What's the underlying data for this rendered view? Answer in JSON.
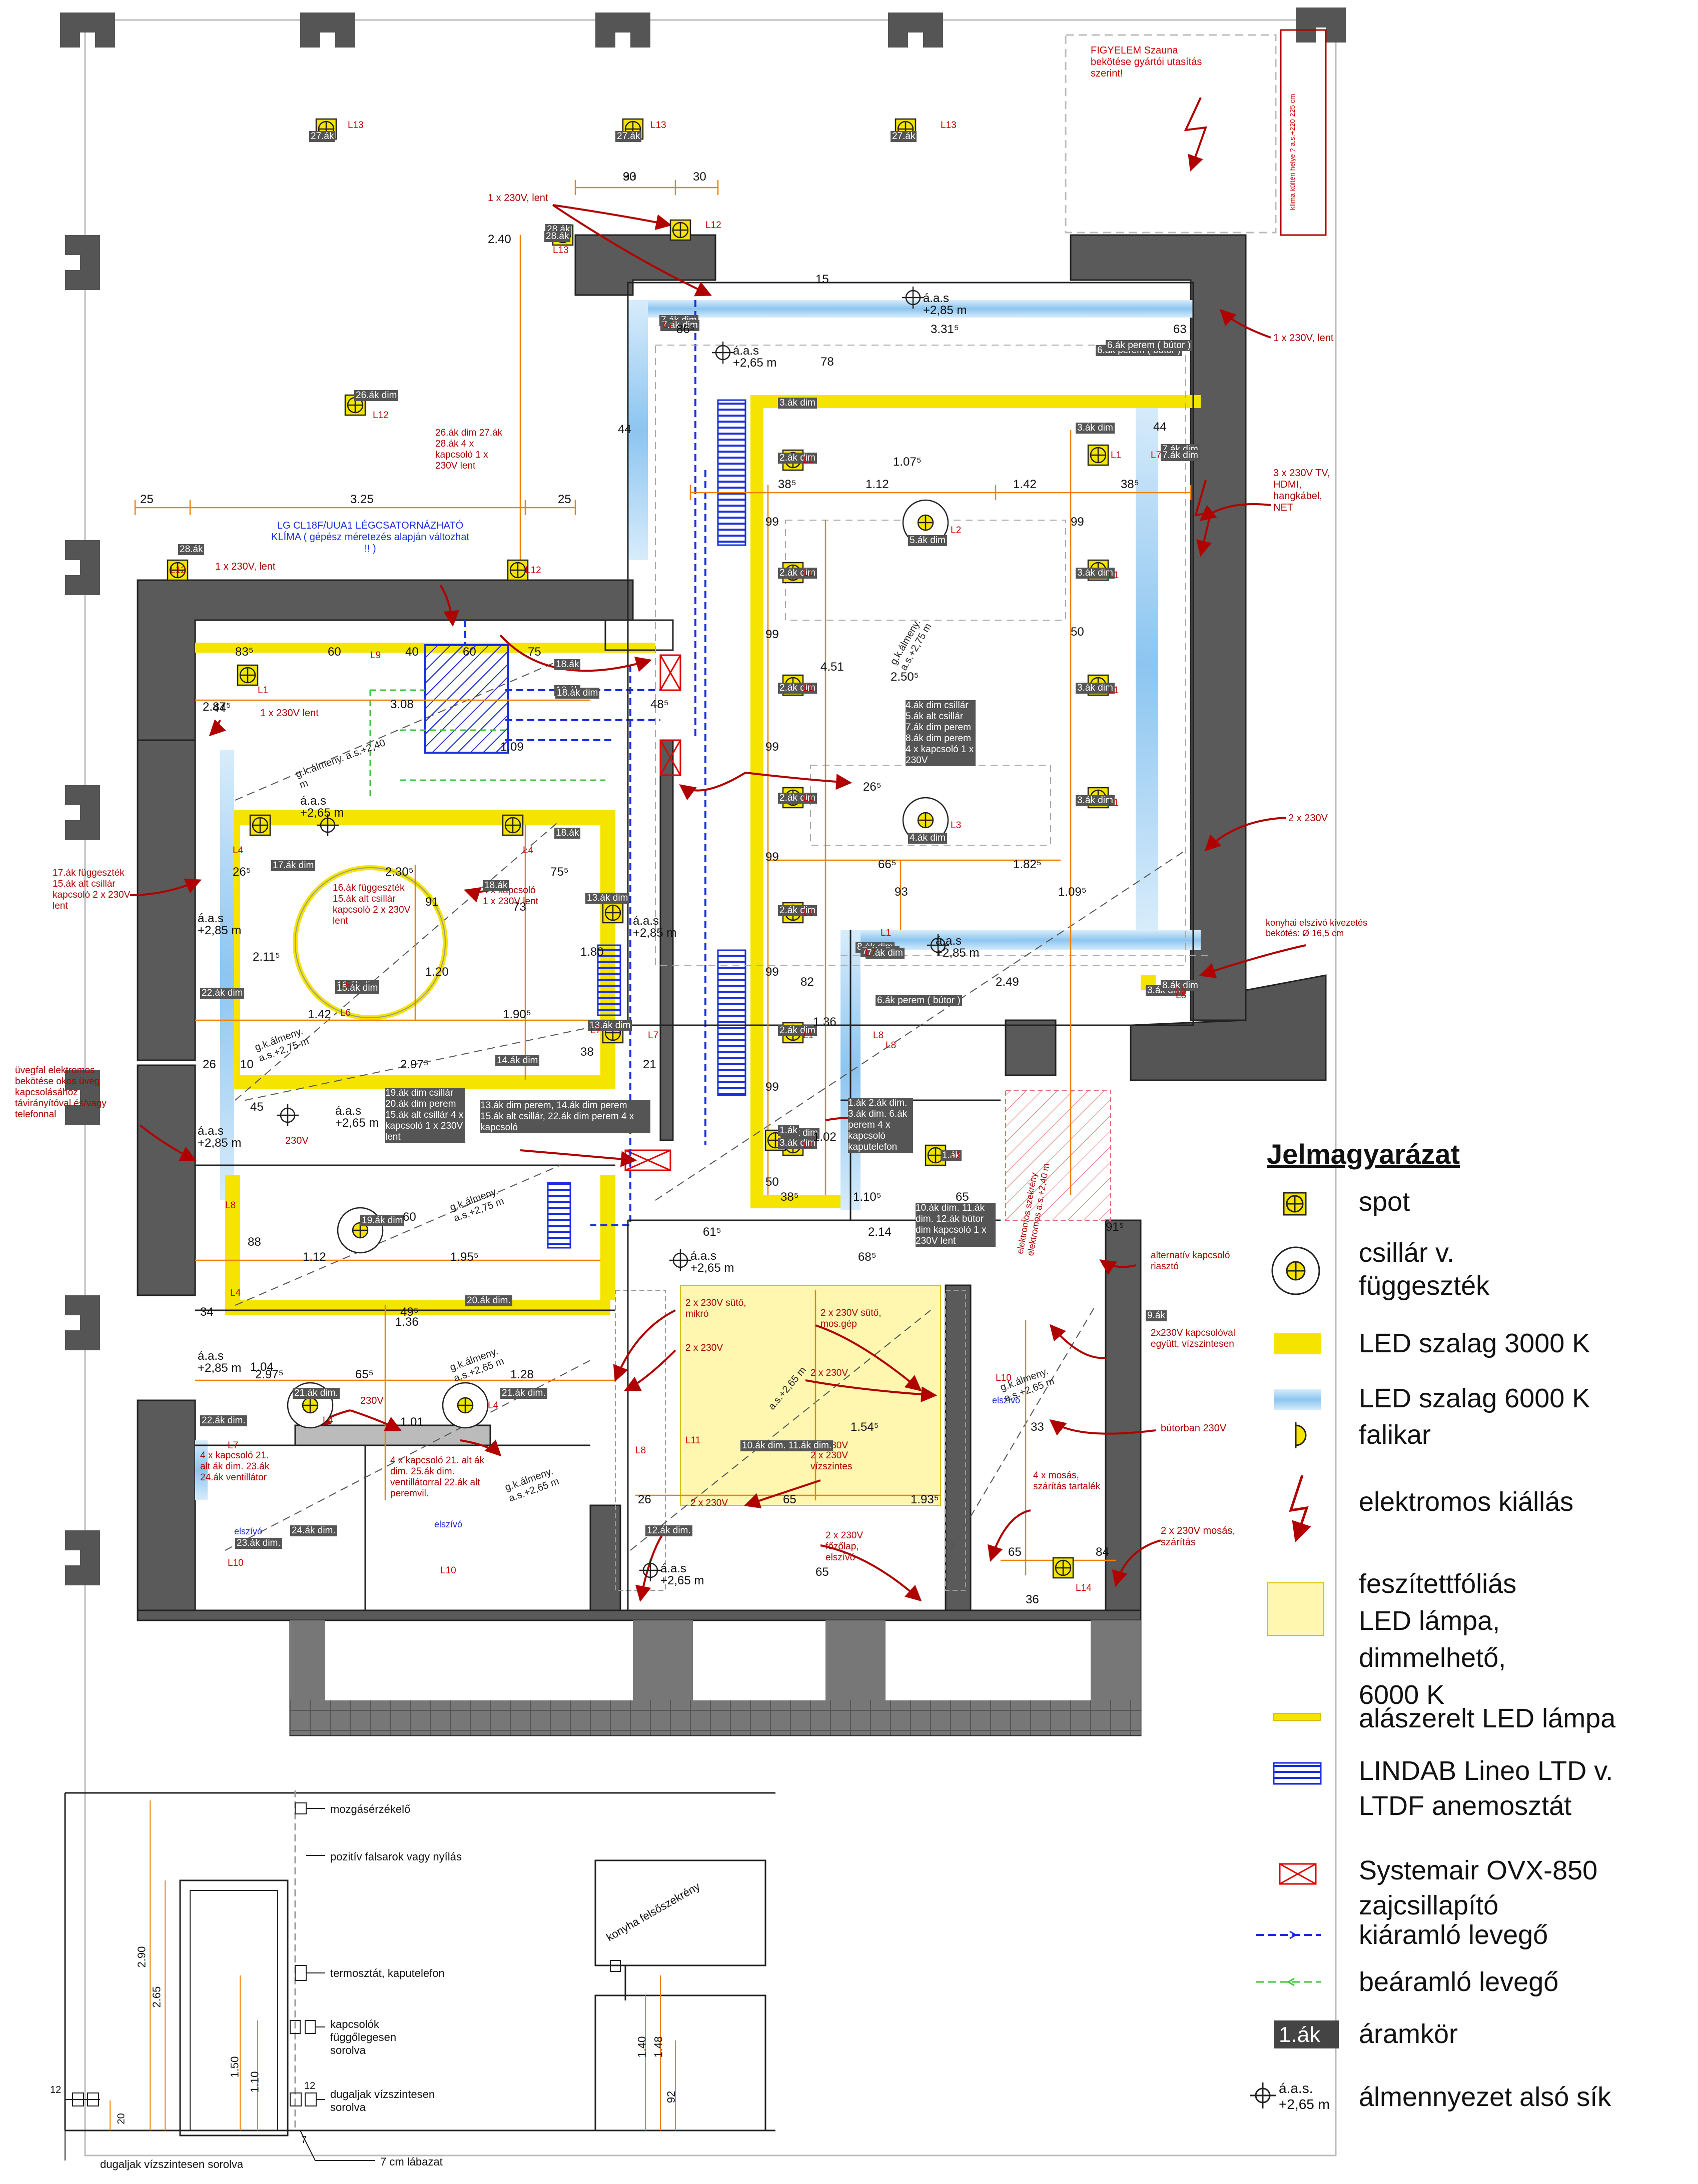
{
  "legend": {
    "title": "Jelmagyarázat",
    "items": [
      {
        "symbol": "spot",
        "label": "spot"
      },
      {
        "symbol": "chandelier",
        "label": "csillár v. függeszték"
      },
      {
        "symbol": "led-3000",
        "label": "LED szalag 3000 K"
      },
      {
        "symbol": "led-6000",
        "label": "LED szalag 6000 K"
      },
      {
        "symbol": "wall-lamp",
        "label": "falikar"
      },
      {
        "symbol": "outlet",
        "label": "elektromos kiállás"
      },
      {
        "symbol": "foil-lamp",
        "label": "feszítettfóliás LED lámpa, dimmelhető, 6000 K"
      },
      {
        "symbol": "undercab",
        "label": "alászerelt LED lámpa"
      },
      {
        "symbol": "anemostat",
        "label": "LINDAB Lineo LTD v. LTDF anemosztát"
      },
      {
        "symbol": "silencer",
        "label": "Systemair OVX-850 zajcsillapító"
      },
      {
        "symbol": "exhaust",
        "label": "kiáramló levegő"
      },
      {
        "symbol": "supply",
        "label": "beáramló levegő"
      },
      {
        "symbol": "circuit",
        "label": "áramkör",
        "badge": "1.ák"
      },
      {
        "symbol": "ceiling",
        "label": "álmennyezet alsó sík",
        "badge": "á.a.s. +2,65 m"
      }
    ]
  },
  "colors": {
    "wall": "#5a5a5a",
    "led_warm": "#f5e400",
    "led_cool": "#a8d4f5",
    "dimension": "#f08000",
    "electric": "#b00000",
    "exhaust": "#1a2ee0",
    "supply": "#3cc43c",
    "foil": "#fff6b0"
  },
  "notes": {
    "sauna": "FIGYELEM Szauna bekötése gyártói utasítás szerint!",
    "klima": "LG CL18F/UUA1 LÉGCSATORNÁZHATÓ KLÍMA ( gépész méretezés alapján változhat !! )",
    "hood": "konyhai elszívó kivezetés bekötés: Ø 16,5 cm",
    "glass": "üvegfal elektromos bekötése okos üveg kapcsolásához távirányítóval és/vagy telefonnal",
    "p1": "1 x 230V, lent",
    "p2": "1 x 230V, lent",
    "p3": "3 x 230V TV, HDMI, hangkábel, NET",
    "p4": "2 x 230V",
    "p5": "1 x 230V, lent",
    "p6": "1 x 230V lent",
    "p7": "230V",
    "p8": "230V",
    "p9": "bútorban 230V",
    "p10": "2 x 230V mosás, szárítás",
    "p11": "4 x mosás, szárítás tartalék",
    "p12": "alternatív kapcsoló riasztó",
    "p13": "2x230V kapcsolóval együtt, vízszintesen",
    "k1": "2 x 230V sütő, mikró",
    "k2": "2 x 230V sütő, mos.gép",
    "k3": "2 x 230V",
    "k4": "2 x 230V",
    "k5": "2 x 230V",
    "k6": "2 x 230V vízszintes",
    "k7": "2 x 230V",
    "k8": "2 x 230V főzőlap, elszívó",
    "sw1": "26.ák dim 27.ák 28.ák 4 x kapcsoló 1 x 230V lent",
    "sw2": "4.ák dim csillár 5.ák alt csillár 7.ák dim perem 8.ák dim perem 4 x kapcsoló 1 x 230V",
    "sw3": "16.ák függeszték 15.ák alt csillár kapcsoló 2 x 230V lent",
    "sw4": "17.ák függeszték 15.ák alt csillár kapcsoló 2 x 230V lent",
    "sw5": "19.ák dim csillár 20.ák dim perem 15.ák alt csillár 4 x kapcsoló 1 x 230V lent",
    "sw6": "13.ák dim perem, 14.ák dim perem 15.ák alt csillár, 22.ák dim perem 4 x kapcsoló",
    "sw7": "4 x kapcsoló 21. alt ák dim. 23.ák 24.ák ventillátor",
    "sw8": "4 x kapcsoló 21. alt ák dim. 25.ák dim. ventillátorral 22.ák alt peremvil.",
    "sw9": "1.ák 2.ák dim. 3.ák dim. 6.ák perem 4 x kapcsoló kaputelefon",
    "sw10": "10.ák dim. 11.ák dim. 12.ák bútor dim kapcsoló 1 x 230V lent",
    "sw11": "4 x kapcsoló 1 x 230V lent",
    "elsz1": "elszívó",
    "elsz2": "elszívó",
    "elsz3": "elszívó",
    "lgk1": "g.k.álmeny. a.s.+2,40 m",
    "lgk2": "g.k.álmeny. a.s.+2,75 m",
    "lgk3": "g.k.álmeny. a.s.+2,75 m",
    "lgk4": "g.k.álmeny. a.s.+2,75 m",
    "lgk5": "g.k.álmeny. a.s.+2,65 m",
    "lgk6": "g.k.álmeny. a.s.+2,65 m",
    "lgk7": "g.k.álmeny. a.s.+2,65 m",
    "lgk8": "a.s.+2,65 m",
    "elec_sz": "elektromos szekrény elektromos a.s.+2,40 m",
    "klima2": "klíma kültéri helye ? a.s.+220-225 cm"
  },
  "ceilings": [
    {
      "a": "á.a.s",
      "b": "+2,65 m"
    },
    {
      "a": "á.a.s",
      "b": "+2,85 m"
    },
    {
      "a": "á.a.s",
      "b": "+2,65 m"
    },
    {
      "a": "á.a.s",
      "b": "+2,85 m"
    },
    {
      "a": "á.a.s",
      "b": "+2,85 m"
    },
    {
      "a": "á.a.s",
      "b": "+2,85 m"
    },
    {
      "a": "á.a.s",
      "b": "+2,65 m"
    },
    {
      "a": "á.a.s",
      "b": "+2,65 m"
    },
    {
      "a": "á.a.s",
      "b": "+2,85 m"
    },
    {
      "a": "á.a.s",
      "b": "+2,65 m"
    },
    {
      "a": "á.a.s",
      "b": "+2,85 m"
    }
  ],
  "circuits": [
    "27.ák",
    "27.ák",
    "27.ák",
    "28.ák",
    "26.ák dim",
    "28.ák",
    "28.ák",
    "7.ák dim",
    "6.ák perem ( bútor )",
    "3.ák dim",
    "2.ák dim",
    "3.ák dim",
    "5.ák dim",
    "2.ák dim",
    "3.ák dim",
    "2.ák dim",
    "3.ák dim",
    "2.ák dim",
    "4.ák dim",
    "2.ák dim",
    "3.ák dim",
    "2.ák dim",
    "3.ák dim",
    "3.ák dim",
    "8.ák dim",
    "7.ák dim",
    "18.ák",
    "18.ák",
    "18.ák",
    "17.ák dim",
    "16.ák dim",
    "18.ák",
    "13.ák dim",
    "15.ák dim",
    "13.ák dim",
    "22.ák dim",
    "14.ák dim",
    "19.ák dim",
    "20.ák dim.",
    "21.ák dim.",
    "21.ák dim.",
    "22.ák dim.",
    "24.ák dim.",
    "23.ák dim.",
    "1.ák",
    "2.ák dim",
    "12.ák dim.",
    "10.ák dim. 11.ák dim.",
    "9.ák",
    "6.ák perem ( bútor )",
    "7.ák dim",
    "8.ák dim",
    "1.ák",
    "7.ák dim",
    "7.ák dim",
    "6.ák perem ( bútor )",
    "7.ák dim",
    "18.ák dim"
  ],
  "labels": [
    "L13",
    "L13",
    "L13",
    "L12",
    "L12",
    "L13",
    "L12",
    "L12",
    "L7",
    "L1",
    "L1",
    "L1",
    "L2",
    "L1",
    "L1",
    "L1",
    "L3",
    "L1",
    "L1",
    "L1",
    "L1",
    "L1",
    "L1",
    "L8",
    "L7",
    "L7",
    "L9",
    "L1",
    "L4",
    "L4",
    "L5",
    "L6",
    "L7",
    "L7",
    "L8",
    "L4",
    "L4",
    "L4",
    "L7",
    "L10",
    "L10",
    "L11",
    "L8",
    "L8",
    "L1",
    "L14",
    "L10",
    "L8",
    "L8"
  ],
  "dims": [
    "90",
    "30",
    "86⁵",
    "3.31⁵",
    "63",
    "15",
    "25",
    "3.25",
    "25",
    "44",
    "38⁵",
    "1.12",
    "1.42",
    "38⁵",
    "44",
    "99",
    "99",
    "99",
    "99",
    "99",
    "99",
    "99",
    "50",
    "50",
    "78",
    "4.51",
    "1.07⁵",
    "2.50⁵",
    "1.09⁵",
    "66⁵",
    "1.82⁵",
    "93",
    "82",
    "2.49",
    "1.36",
    "1.02",
    "38⁵",
    "1.10⁵",
    "65",
    "61⁵",
    "2.14",
    "91⁵",
    "68⁵",
    "83⁵",
    "60",
    "40",
    "60",
    "75",
    "44",
    "3.08",
    "48⁵",
    "1.09",
    "26⁵",
    "2.30⁵",
    "75⁵",
    "2.11⁵",
    "1.42",
    "1.90⁵",
    "1.20",
    "91",
    "73",
    "1.80",
    "38",
    "26",
    "10",
    "2.97⁵",
    "21",
    "45",
    "1.12",
    "1.95⁵",
    "88",
    "60",
    "49⁵",
    "2.97⁵",
    "65⁵",
    "1.28",
    "1.04",
    "1.36",
    "1.01",
    "34",
    "26",
    "65",
    "1.54⁵",
    "1.93⁵",
    "65",
    "65",
    "84",
    "36",
    "33",
    "2.40",
    "2.87⁵",
    "26⁵",
    "33"
  ],
  "elevation": {
    "sensor": "mozgásérzékelő",
    "false_corner": "pozitív falsarok vagy nyílás",
    "thermostat": "termosztát, kaputelefon",
    "switches": "kapcsolók függőlegesen sorolva",
    "sockets": "dugaljak vízszintesen sorolva",
    "sockets2": "dugaljak vízszintesen sorolva",
    "plinth": "7 cm lábazat",
    "cabinet": "konyha felsőszekrény",
    "d1": "2.90",
    "d2": "2.65",
    "d3": "1.50",
    "d4": "1.10",
    "d5": "20",
    "d6": "12",
    "d7": "12",
    "d8": "1.40",
    "d9": "1.48",
    "d10": "92",
    "d11": "7"
  }
}
